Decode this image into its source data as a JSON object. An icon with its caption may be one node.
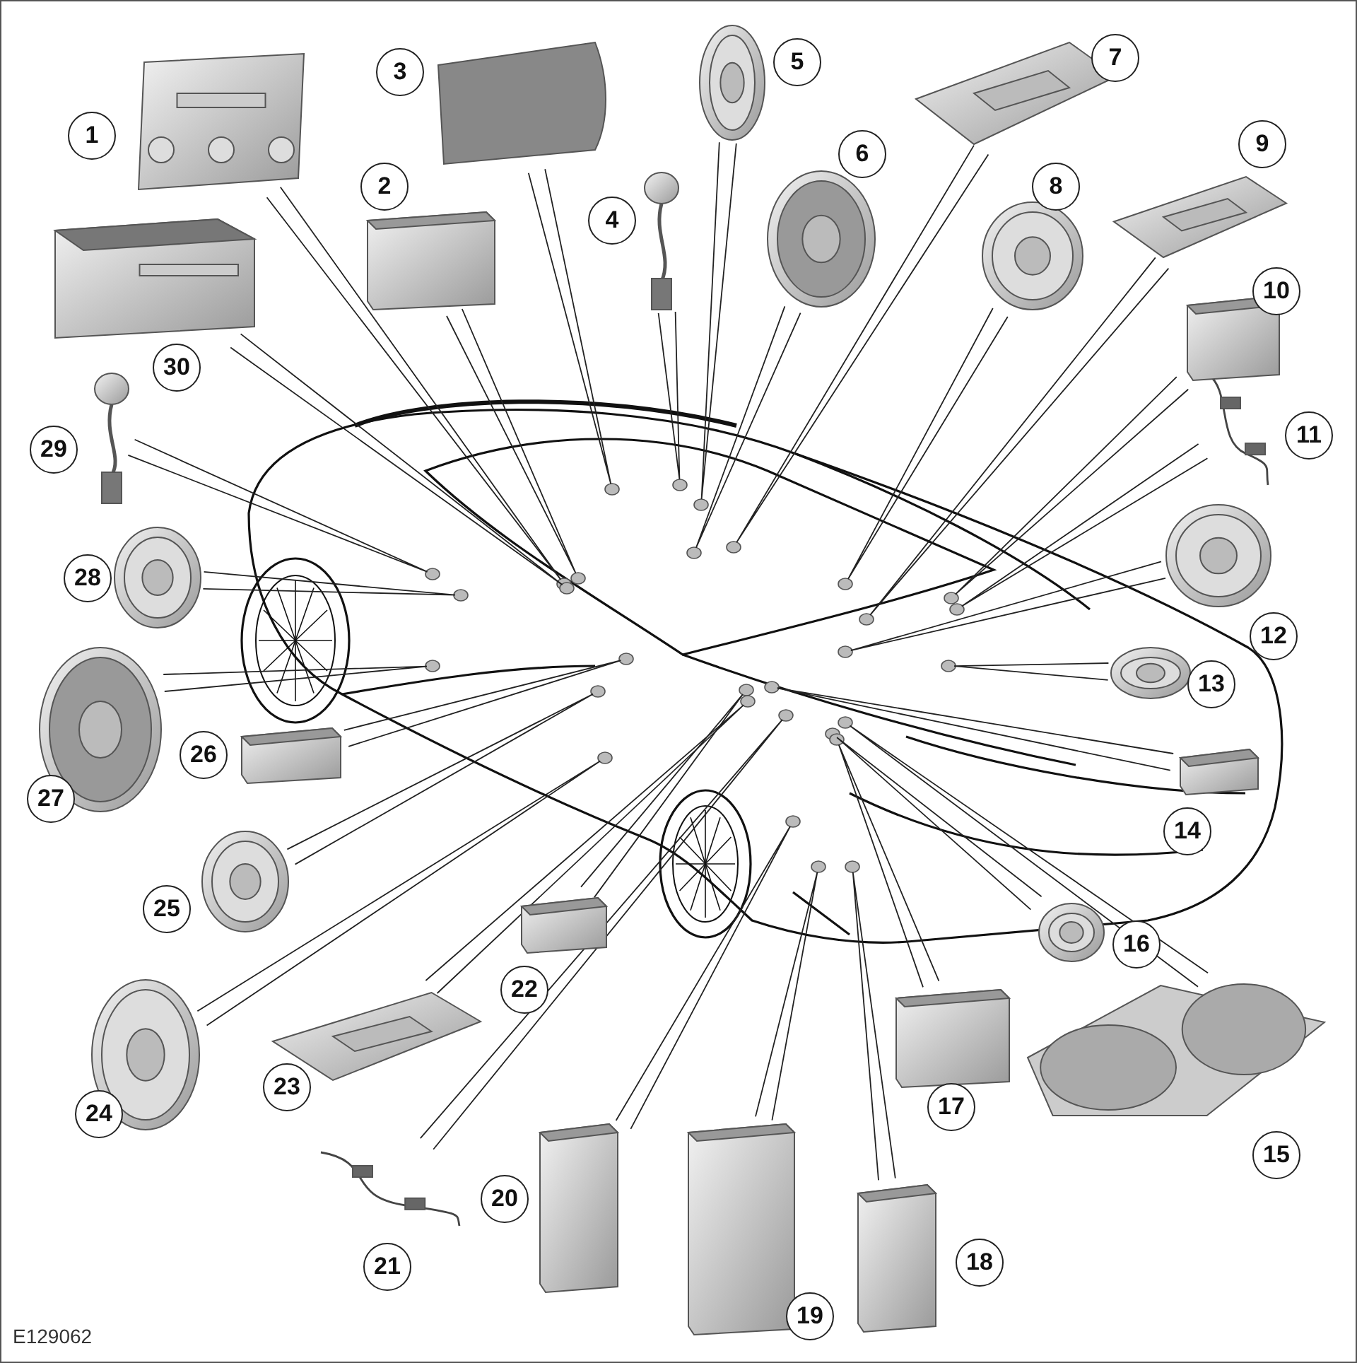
{
  "diagram": {
    "nodes": [
      {
        "text": [],
        "shape": "picture",
        "beside": [
          "1"
        ]
      },
      {
        "text": [],
        "shape": "picture",
        "beside": [
          "2"
        ]
      },
      {
        "text": [],
        "shape": "picture",
        "beside": [
          "3"
        ]
      },
      {
        "text": [],
        "shape": "picture",
        "beside": [
          "4"
        ]
      },
      {
        "text": [],
        "shape": "picture",
        "beside": [
          "5"
        ]
      },
      {
        "text": [],
        "shape": "picture",
        "beside": [
          "6"
        ]
      },
      {
        "text": [],
        "shape": "picture",
        "beside": [
          "7"
        ]
      },
      {
        "text": [],
        "shape": "picture",
        "beside": [
          "8"
        ]
      },
      {
        "text": [],
        "shape": "picture",
        "beside": [
          "9"
        ]
      },
      {
        "text": [],
        "shape": "picture",
        "beside": [
          "10"
        ]
      },
      {
        "text": [],
        "shape": "picture",
        "beside": [
          "11"
        ]
      },
      {
        "text": [],
        "shape": "picture",
        "beside": [
          "12"
        ]
      },
      {
        "text": [],
        "shape": "picture",
        "beside": [
          "13"
        ]
      },
      {
        "text": [],
        "shape": "picture",
        "beside": [
          "14"
        ]
      },
      {
        "text": [],
        "shape": "picture",
        "beside": [
          "15"
        ]
      },
      {
        "text": [],
        "shape": "picture",
        "beside": [
          "16"
        ]
      },
      {
        "text": [],
        "shape": "picture",
        "beside": [
          "17"
        ]
      },
      {
        "text": [],
        "shape": "picture",
        "beside": [
          "18"
        ]
      },
      {
        "text": [],
        "shape": "picture",
        "beside": [
          "19"
        ]
      },
      {
        "text": [],
        "shape": "picture",
        "beside": [
          "20"
        ]
      },
      {
        "text": [],
        "shape": "picture",
        "beside": [
          "21"
        ]
      },
      {
        "text": [],
        "shape": "picture",
        "beside": [
          "22"
        ]
      },
      {
        "text": [],
        "shape": "picture",
        "beside": [
          "23"
        ]
      },
      {
        "text": [],
        "shape": "picture",
        "beside": [
          "24"
        ]
      },
      {
        "text": [],
        "shape": "picture",
        "beside": [
          "25"
        ]
      },
      {
        "text": [],
        "shape": "picture",
        "beside": [
          "26"
        ]
      },
      {
        "text": [],
        "shape": "picture",
        "beside": [
          "27"
        ]
      },
      {
        "text": [],
        "shape": "picture",
        "beside": [
          "28"
        ]
      },
      {
        "text": [],
        "shape": "picture",
        "beside": [
          "29"
        ]
      },
      {
        "text": [],
        "shape": "picture",
        "beside": [
          "30"
        ]
      }
    ],
    "edges": [
      {
        "from": 0,
        "to": null,
        "arrow": "none"
      },
      {
        "from": 1,
        "to": null,
        "arrow": "none"
      },
      {
        "from": 2,
        "to": null,
        "arrow": "none"
      },
      {
        "from": 3,
        "to": null,
        "arrow": "none"
      },
      {
        "from": 4,
        "to": null,
        "arrow": "none"
      },
      {
        "from": 5,
        "to": null,
        "arrow": "none"
      },
      {
        "from": 6,
        "to": null,
        "arrow": "none"
      },
      {
        "from": 7,
        "to": null,
        "arrow": "none"
      },
      {
        "from": 8,
        "to": null,
        "arrow": "none"
      },
      {
        "from": 9,
        "to": null,
        "arrow": "none"
      },
      {
        "from": 10,
        "to": null,
        "arrow": "none"
      },
      {
        "from": 11,
        "to": null,
        "arrow": "none"
      },
      {
        "from": 12,
        "to": null,
        "arrow": "none"
      },
      {
        "from": 13,
        "to": null,
        "arrow": "none"
      },
      {
        "from": 14,
        "to": null,
        "arrow": "none"
      },
      {
        "from": 15,
        "to": null,
        "arrow": "none"
      },
      {
        "from": 16,
        "to": null,
        "arrow": "none"
      },
      {
        "from": 17,
        "to": null,
        "arrow": "none"
      },
      {
        "from": 18,
        "to": null,
        "arrow": "none"
      },
      {
        "from": 19,
        "to": null,
        "arrow": "none"
      },
      {
        "from": 20,
        "to": null,
        "arrow": "none"
      },
      {
        "from": 21,
        "to": null,
        "arrow": "none"
      },
      {
        "from": 22,
        "to": null,
        "arrow": "none"
      },
      {
        "from": 23,
        "to": null,
        "arrow": "none"
      },
      {
        "from": 24,
        "to": null,
        "arrow": "none"
      },
      {
        "from": 25,
        "to": null,
        "arrow": "none"
      },
      {
        "from": 26,
        "to": null,
        "arrow": "none"
      },
      {
        "from": 27,
        "to": null,
        "arrow": "none"
      },
      {
        "from": 28,
        "to": null,
        "arrow": "none"
      },
      {
        "from": 29,
        "to": null,
        "arrow": "none"
      }
    ],
    "labels": [
      "E129062"
    ]
  }
}
